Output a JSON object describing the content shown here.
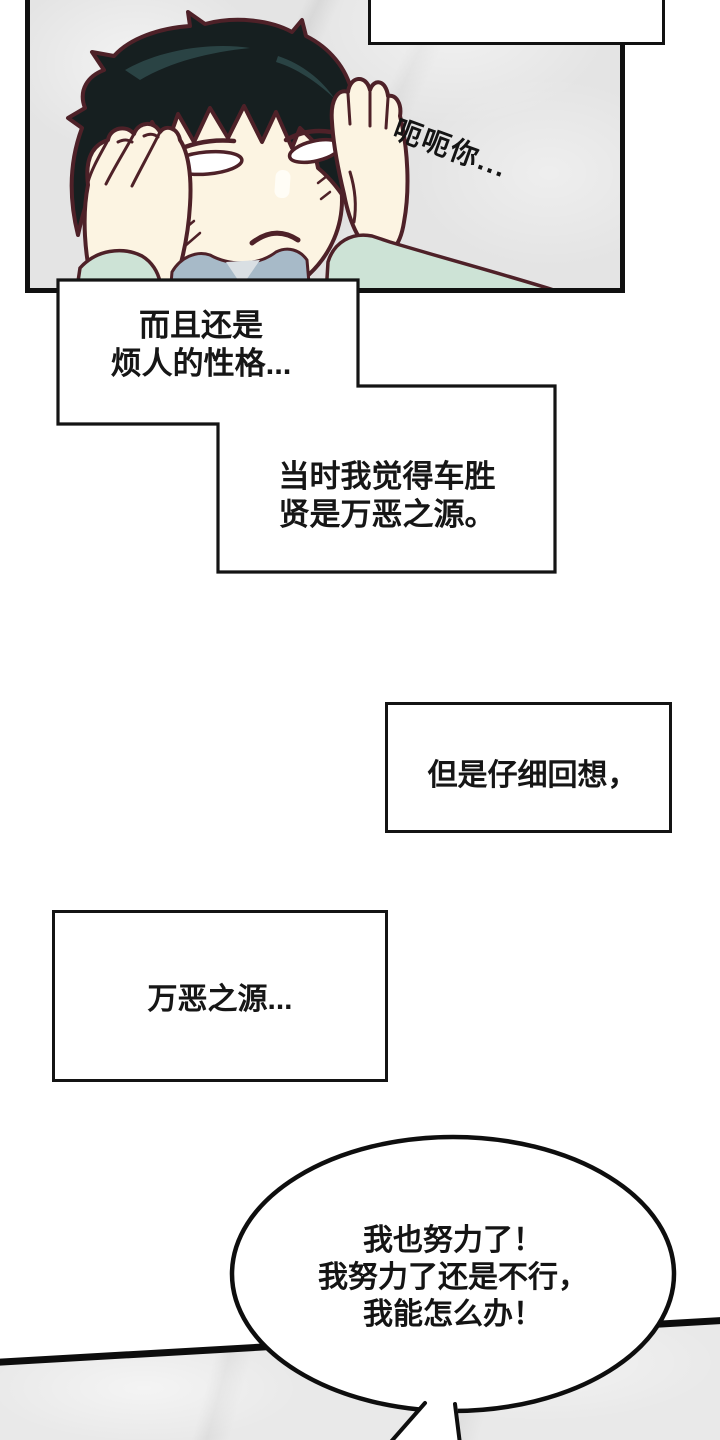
{
  "panel": {
    "sfx_text": "呃呃你...",
    "background": "#e4e4e4",
    "border_color": "#101010"
  },
  "character": {
    "description": "black-haired man pressing both hands over his ears, annoyed expression",
    "colors": {
      "outline": "#4e2128",
      "hair": "#161f20",
      "hair_shine": "#2e4a4b",
      "skin": "#fcf4e2",
      "eye_white": "#ffffff",
      "nose_shine": "#fffdf6",
      "sleeve": "#cde3d6",
      "collar": "#a7bac8",
      "collar_light": "#d9dfe3"
    }
  },
  "captions": {
    "box1": {
      "line1": "而且还是",
      "line2": "烦人的性格..."
    },
    "box2": {
      "line1": "当时我觉得车胜",
      "line2": "贤是万恶之源。"
    },
    "box3": {
      "line1": "但是仔细回想，"
    },
    "box4": {
      "line1": "万恶之源..."
    }
  },
  "bubble": {
    "line1": "我也努力了！",
    "line2": "我努力了还是不行，",
    "line3": "我能怎么办！"
  },
  "floor": {
    "background": "#e9e9e9",
    "line_color": "#0d0d0d"
  }
}
